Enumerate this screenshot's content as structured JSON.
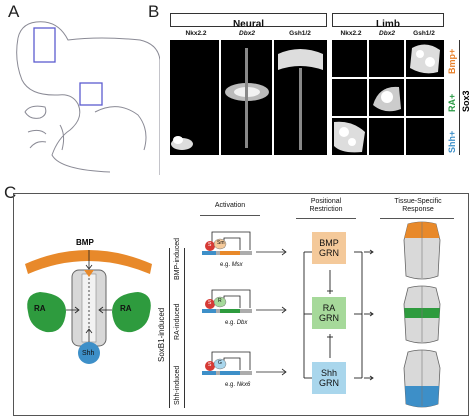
{
  "panels": {
    "a": "A",
    "b": "B",
    "c": "C"
  },
  "panel_b": {
    "neural_title": "Neural",
    "limb_title": "Limb",
    "neural_cols": [
      "Nkx2.2",
      "Dbx2",
      "Gsh1/2"
    ],
    "limb_cols": [
      "Nkx2.2",
      "Dbx2",
      "Gsh1/2"
    ],
    "sox3_label": "Sox3",
    "row_labels": [
      {
        "name": "Bmp",
        "suffix": "+",
        "color": "#e8802a"
      },
      {
        "name": "RA",
        "suffix": "+",
        "color": "#2a9a45"
      },
      {
        "name": "Shh",
        "suffix": "+",
        "color": "#3d8fc8"
      }
    ]
  },
  "panel_c": {
    "bmp": "BMP",
    "ra_left": "RA",
    "ra_right": "RA",
    "shh": "Shh",
    "col_activation": "Activation",
    "col_positional": "Positional Restriction",
    "col_tissue": "Tissue-Specific Response",
    "soxb1_label": "SoxB1-induced",
    "rows": [
      {
        "label": "BMP-induced",
        "eg": "e.g.",
        "gene": "Msx",
        "grn_top": "BMP",
        "grn_bottom": "GRN",
        "color": "#f4c99a",
        "fill": "#e8892a"
      },
      {
        "label": "RA-induced",
        "eg": "e.g.",
        "gene": "Dbx",
        "grn_top": "RA",
        "grn_bottom": "GRN",
        "color": "#a6d99a",
        "fill": "#2e9b3e"
      },
      {
        "label": "Shh-induced",
        "eg": "e.g.",
        "gene": "Nkx6",
        "grn_top": "Shh",
        "grn_bottom": "GRN",
        "color": "#a9d6ec",
        "fill": "#3d8fc8"
      }
    ],
    "mini_s": "S",
    "mini_sm": "Sm",
    "mini_r": "R",
    "mini_g": "G"
  },
  "colors": {
    "orange": "#e8892a",
    "green": "#2e9b3e",
    "blue": "#3d8fc8",
    "red": "#d63a35"
  }
}
